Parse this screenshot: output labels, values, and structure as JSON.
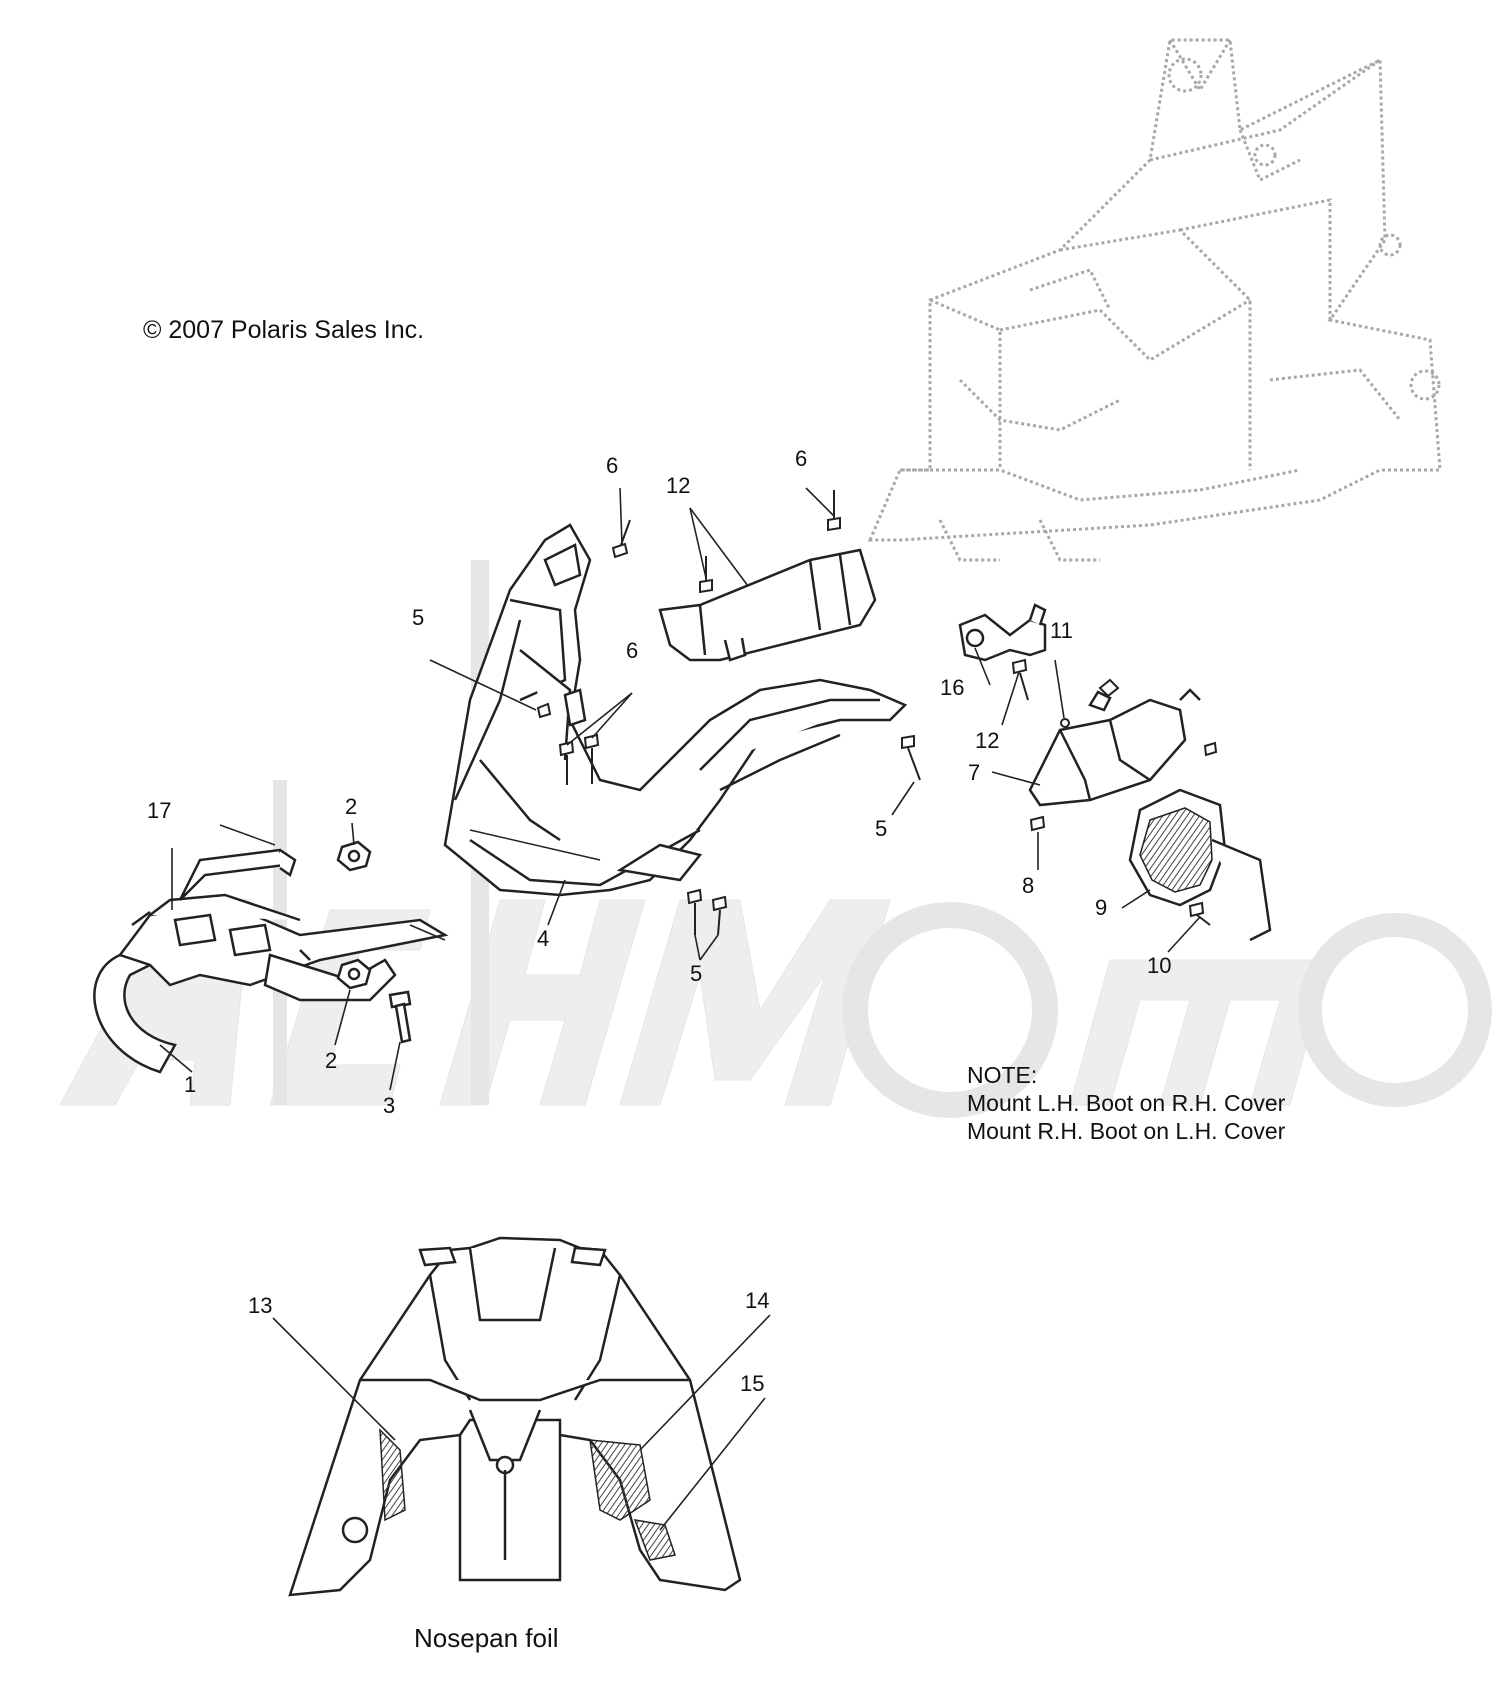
{
  "copyright": "© 2007 Polaris Sales Inc.",
  "note": {
    "heading": "NOTE:",
    "line1": "Mount L.H. Boot on R.H. Cover",
    "line2": "Mount R.H. Boot on L.H. Cover"
  },
  "caption": "Nosepan foil",
  "callouts": {
    "c1": "1",
    "c2a": "2",
    "c2b": "2",
    "c3": "3",
    "c4": "4",
    "c5a": "5",
    "c5b": "5",
    "c5c": "5",
    "c6a": "6",
    "c6b": "6",
    "c6c": "6",
    "c7": "7",
    "c8": "8",
    "c9": "9",
    "c10": "10",
    "c11": "11",
    "c12a": "12",
    "c12b": "12",
    "c13": "13",
    "c14": "14",
    "c15": "15",
    "c16": "16",
    "c17": "17"
  },
  "colors": {
    "line": "#222222",
    "frame": "#a8a8a8",
    "watermark": "#eeeeee",
    "hatch": "#555555"
  }
}
